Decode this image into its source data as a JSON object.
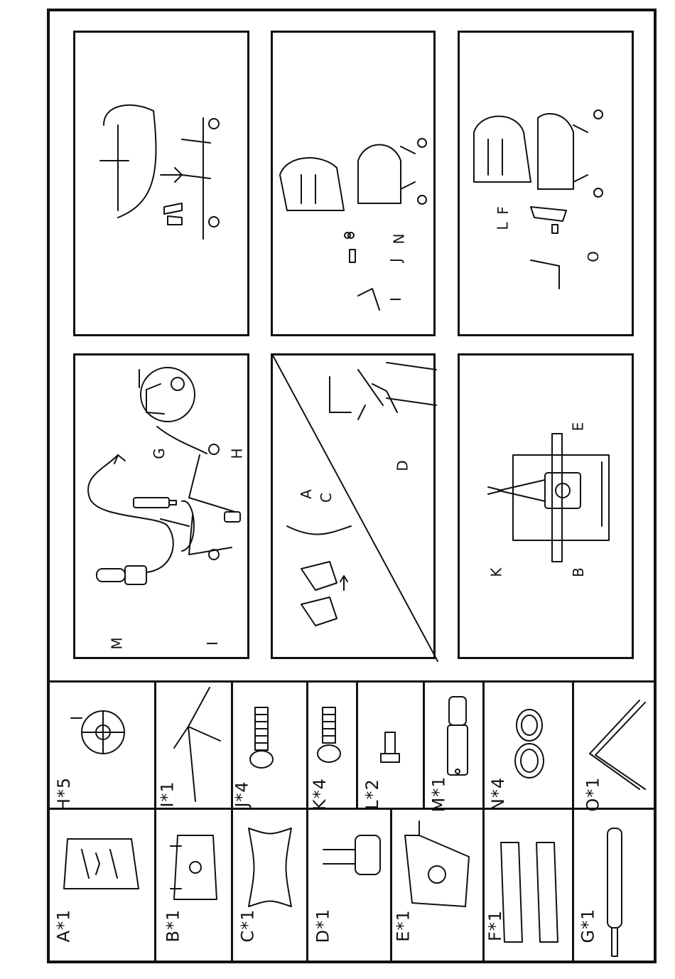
{
  "parts": [
    {
      "id": "A",
      "qty": "1",
      "label": "A*1",
      "icon": "seat-back-icon"
    },
    {
      "id": "B",
      "qty": "1",
      "label": "B*1",
      "icon": "seat-with-armrests-icon"
    },
    {
      "id": "C",
      "qty": "1",
      "label": "C*1",
      "icon": "lumbar-pillow-icon"
    },
    {
      "id": "D",
      "qty": "1",
      "label": "D*1",
      "icon": "headrest-pillow-icon"
    },
    {
      "id": "E",
      "qty": "1",
      "label": "E*1",
      "icon": "tilt-mechanism-icon"
    },
    {
      "id": "F",
      "qty": "1",
      "label": "F*1",
      "icon": "side-covers-icon"
    },
    {
      "id": "G",
      "qty": "1",
      "label": "G*1",
      "icon": "gas-lift-icon"
    },
    {
      "id": "H",
      "qty": "5",
      "label": "H*5",
      "icon": "caster-wheel-icon"
    },
    {
      "id": "I",
      "qty": "1",
      "label": "I*1",
      "icon": "star-base-icon"
    },
    {
      "id": "J",
      "qty": "4",
      "label": "J*4",
      "icon": "long-bolt-icon"
    },
    {
      "id": "K",
      "qty": "4",
      "label": "K*4",
      "icon": "bolt-icon"
    },
    {
      "id": "L",
      "qty": "2",
      "label": "L*2",
      "icon": "short-bolt-icon"
    },
    {
      "id": "M",
      "qty": "1",
      "label": "M*1",
      "icon": "gas-lift-cover-icon"
    },
    {
      "id": "N",
      "qty": "4",
      "label": "N*4",
      "icon": "washer-icon"
    },
    {
      "id": "O",
      "qty": "1",
      "label": "O*1",
      "icon": "allen-key-icon"
    }
  ],
  "steps": {
    "step1": {
      "labels": [
        "M",
        "I",
        "G",
        "H"
      ]
    },
    "step2": {
      "labels": [
        "A",
        "C",
        "D"
      ]
    },
    "step3": {
      "labels": [
        "K",
        "B",
        "E"
      ]
    },
    "step4": {
      "labels": []
    },
    "step5": {
      "labels": [
        "I",
        "J",
        "N"
      ]
    },
    "step6": {
      "labels": [
        "O",
        "L",
        "F"
      ]
    }
  }
}
